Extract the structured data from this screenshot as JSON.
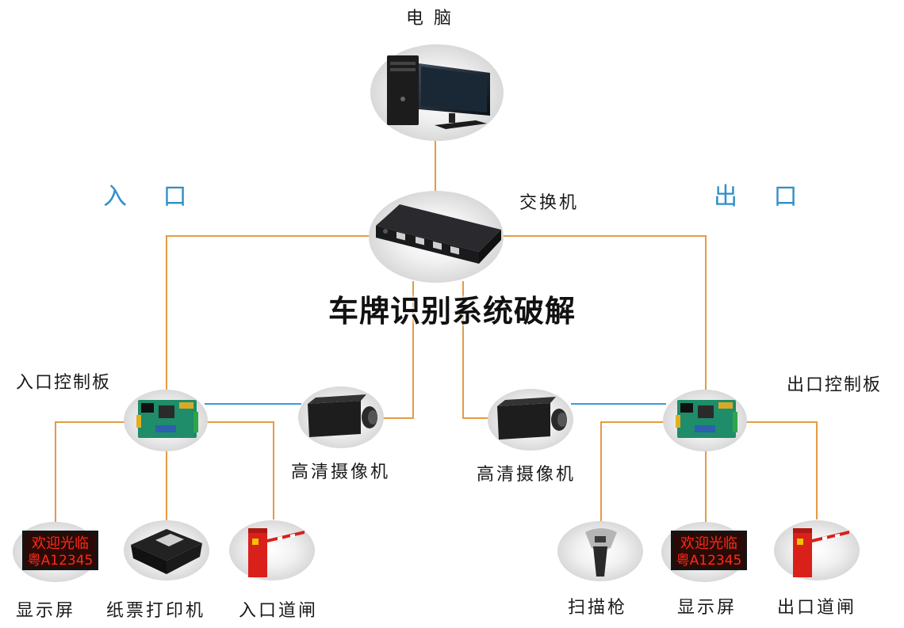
{
  "diagram": {
    "title": "车牌识别系统破解",
    "side_labels": {
      "entry": "入 口",
      "exit": "出 口"
    },
    "nodes": {
      "computer": "电 脑",
      "switch": "交换机",
      "entry_controller": "入口控制板",
      "exit_controller": "出口控制板",
      "entry_camera": "高清摄像机",
      "exit_camera": "高清摄像机",
      "entry_display": "显示屏",
      "ticket_printer": "纸票打印机",
      "entry_gate": "入口道闸",
      "scanner": "扫描枪",
      "exit_display": "显示屏",
      "exit_gate": "出口道闸"
    },
    "led_text": {
      "line1": "欢迎光临",
      "line2": "粤A12345"
    }
  },
  "colors": {
    "orange_line": "#e59a45",
    "blue_line": "#3a9ad9",
    "side_label": "#2f8fc8",
    "led_red": "#ff2a1a",
    "gate_red": "#d9201a",
    "board_green": "#1f8c6a"
  }
}
